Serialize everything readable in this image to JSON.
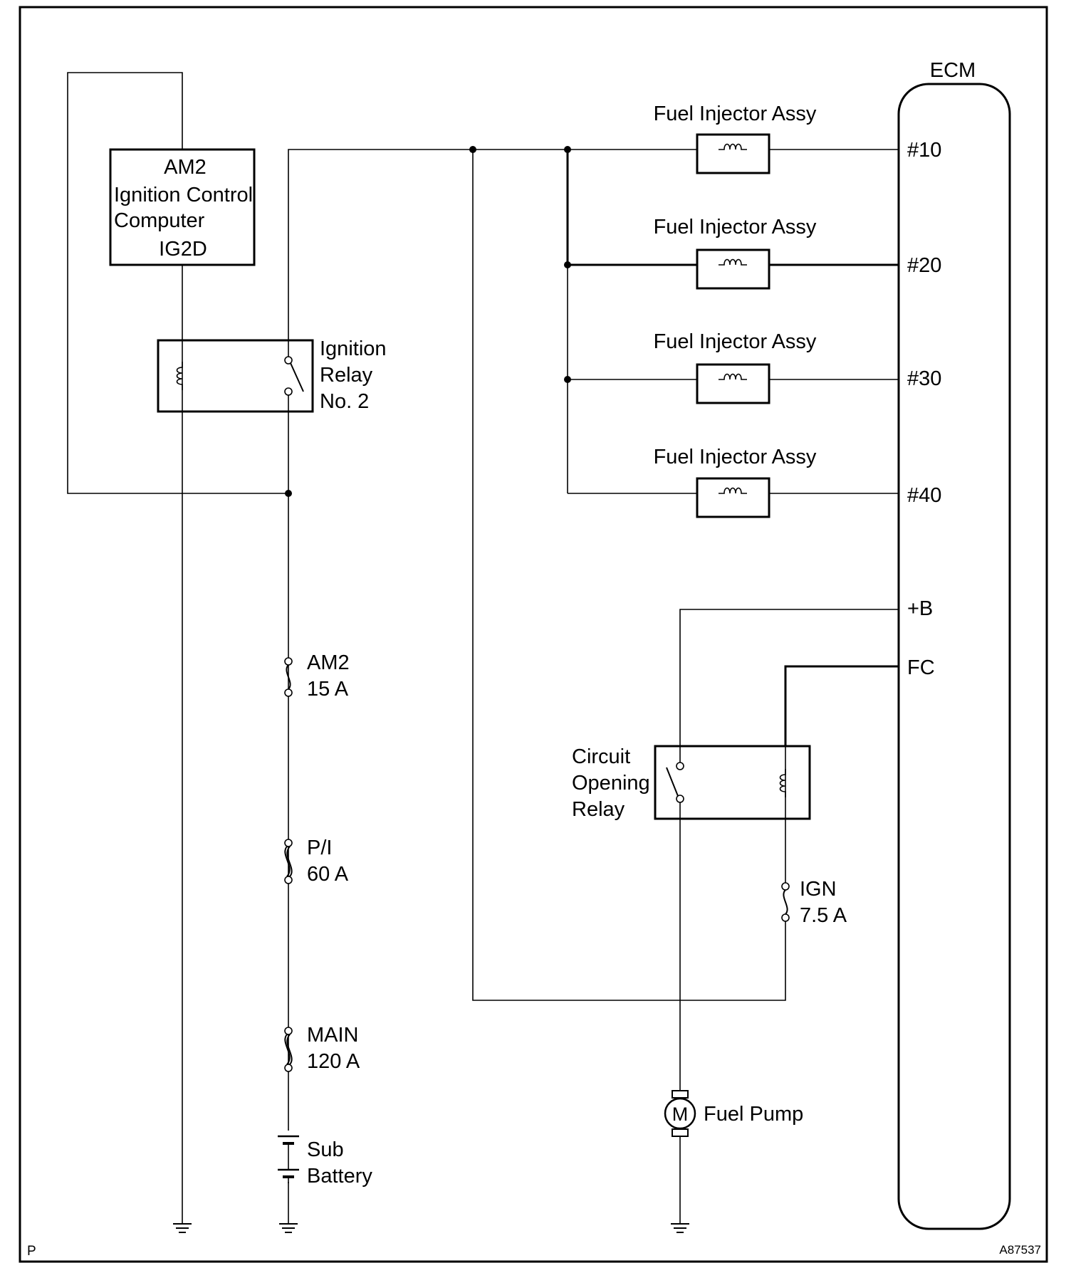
{
  "ecm": {
    "label": "ECM",
    "terminals": [
      "#10",
      "#20",
      "#30",
      "#40",
      "+B",
      "FC"
    ]
  },
  "am2_block": {
    "title": "AM2",
    "name_line1": "Ignition Control",
    "name_line2": "Computer",
    "terminal": "IG2D"
  },
  "ignition_relay": {
    "lines": [
      "Ignition",
      "Relay",
      "No. 2"
    ]
  },
  "injectors": [
    "Fuel Injector Assy",
    "Fuel Injector Assy",
    "Fuel Injector Assy",
    "Fuel Injector Assy"
  ],
  "fuses": [
    {
      "name": "AM2",
      "rating": "15 A"
    },
    {
      "name": "P/I",
      "rating": "60 A"
    },
    {
      "name": "MAIN",
      "rating": "120 A"
    },
    {
      "name": "IGN",
      "rating": "7.5 A"
    }
  ],
  "battery": {
    "lines": [
      "Sub",
      "Battery"
    ]
  },
  "circuit_opening_relay": {
    "lines": [
      "Circuit",
      "Opening",
      "Relay"
    ]
  },
  "fuel_pump": {
    "symbol": "M",
    "label": "Fuel Pump"
  },
  "corner_left": "P",
  "corner_right": "A87537"
}
